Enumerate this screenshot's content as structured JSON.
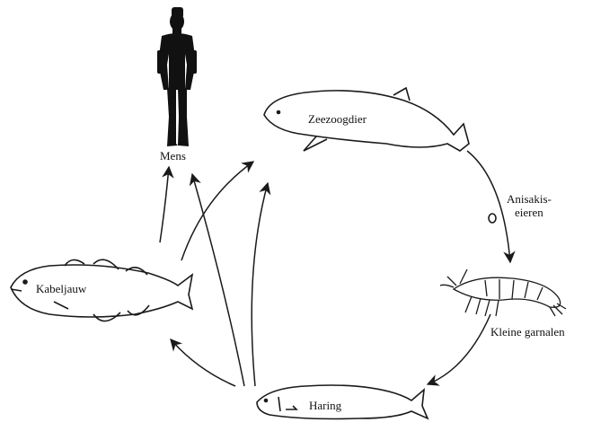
{
  "diagram": {
    "nodes": {
      "human": {
        "label": "Mens"
      },
      "marine_mammal": {
        "label": "Zeezoogdier"
      },
      "eggs": {
        "label_line1": "Anisakis-",
        "label_line2": "eieren"
      },
      "shrimp": {
        "label": "Kleine garnalen"
      },
      "cod": {
        "label": "Kabeljauw"
      },
      "herring": {
        "label": "Haring"
      }
    },
    "edges": [
      {
        "from": "marine_mammal",
        "to": "shrimp",
        "label_ref": "eggs"
      },
      {
        "from": "shrimp",
        "to": "herring"
      },
      {
        "from": "herring",
        "to": "cod"
      },
      {
        "from": "herring",
        "to": "human"
      },
      {
        "from": "herring",
        "to": "marine_mammal"
      },
      {
        "from": "cod",
        "to": "human"
      },
      {
        "from": "cod",
        "to": "marine_mammal"
      }
    ],
    "colors": {
      "ink": "#1a1a1a",
      "background": "#ffffff"
    }
  }
}
